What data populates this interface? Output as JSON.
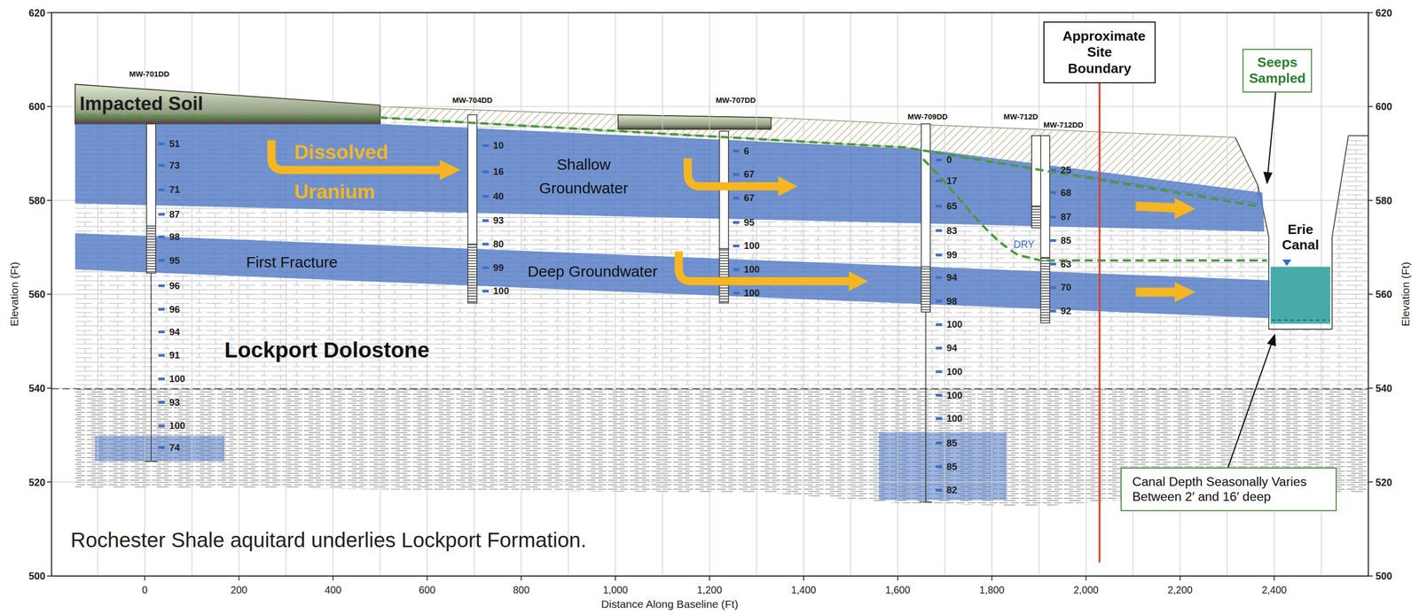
{
  "diagram": {
    "nodes": [
      {
        "text": [
          "Approximate Site Boundary"
        ]
      },
      {
        "text": [
          "Seeps Sampled"
        ]
      },
      {
        "text": [
          "Impacted Soil"
        ]
      },
      {
        "text": [
          "Dissolved Uranium",
          "Shallow Groundwater"
        ]
      },
      {
        "text": [
          "First Fracture",
          "Deep Groundwater"
        ]
      },
      {
        "text": [
          "Canal Depth Seasonally Varies Between 2′ and 16′ deep"
        ]
      }
    ],
    "labels": [
      "620",
      "600",
      "580",
      "560",
      "540",
      "520",
      "500",
      "620",
      "600",
      "580",
      "560",
      "540",
      "520",
      "500",
      "Elevation (Ft)",
      "Elevation (Ft)",
      "0",
      "200",
      "400",
      "600",
      "800",
      "1,000",
      "1,200",
      "1,400",
      "1,600",
      "1,800",
      "2,000",
      "2,200",
      "2,400",
      "Distance Along Baseline (Ft)",
      "MW-701DD",
      "MW-704DD",
      "MW-707DD",
      "MW-709DD",
      "MW-712D",
      "MW-712DD",
      "51",
      "73",
      "71",
      "87",
      "98",
      "95",
      "96",
      "96",
      "94",
      "91",
      "100",
      "93",
      "100",
      "74",
      "10",
      "16",
      "40",
      "93",
      "80",
      "99",
      "100",
      "6",
      "67",
      "67",
      "95",
      "100",
      "100",
      "100",
      "0",
      "17",
      "65",
      "83",
      "99",
      "94",
      "98",
      "100",
      "94",
      "100",
      "100",
      "100",
      "85",
      "85",
      "82",
      "25",
      "68",
      "87",
      "85",
      "63",
      "70",
      "92",
      "DRY",
      "Erie Canal",
      "Lockport Dolostone",
      "Rochester Shale aquitard underlies Lockport Formation."
    ]
  }
}
